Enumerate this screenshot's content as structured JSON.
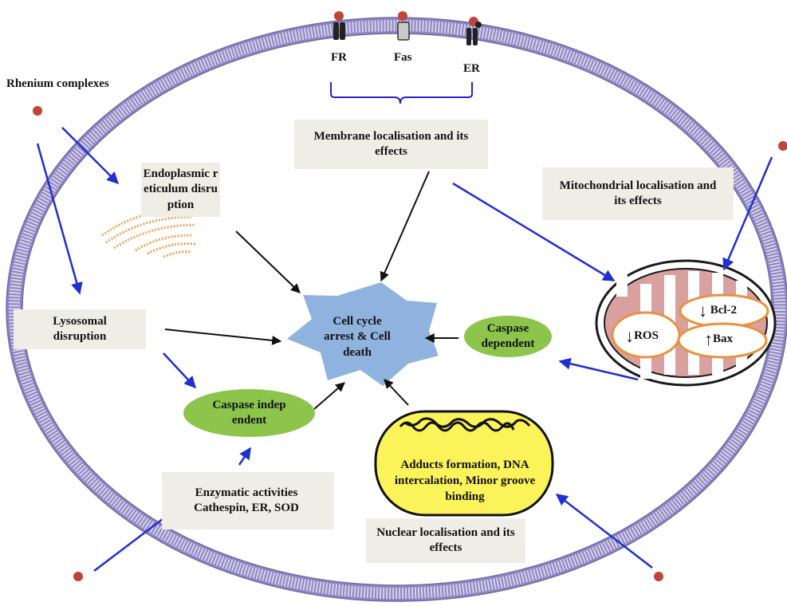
{
  "title": "Rhenium complexes",
  "receptors": [
    "FR",
    "Fas",
    "ER"
  ],
  "labels": {
    "membrane": "Membrane localisation and its effects",
    "er_disruption": "Endoplasmic reticulum disruption",
    "mitochondrial": "Mitochondrial localisation and its effects",
    "lysosomal": "Lysosomal disruption",
    "cell_death": "Cell cycle arrest & Cell death",
    "caspase_dependent": "Caspase dependent",
    "caspase_independent": "Caspase independent",
    "bcl2": "Bcl-2",
    "ros": "ROS",
    "bax": "Bax",
    "dna_effects": "Adducts formation, DNA intercalation, Minor groove binding",
    "enzymatic": "Enzymatic activities Cathespin, ER, SOD",
    "nuclear": "Nuclear localisation and its effects"
  },
  "colors": {
    "membrane": "#8f86bf",
    "complex_dot": "#c0443a",
    "blue_arrow": "#1f2fd0",
    "black_arrow": "#111111",
    "label_box": "#eeede6",
    "caspase": "#8cc44c",
    "cell_death_star": "#8fb2de",
    "nucleus": "#fbf35a",
    "mito_fill": "#d8a19f",
    "mito_inner": "#e8923f",
    "er_organelle": "#f0a055"
  }
}
